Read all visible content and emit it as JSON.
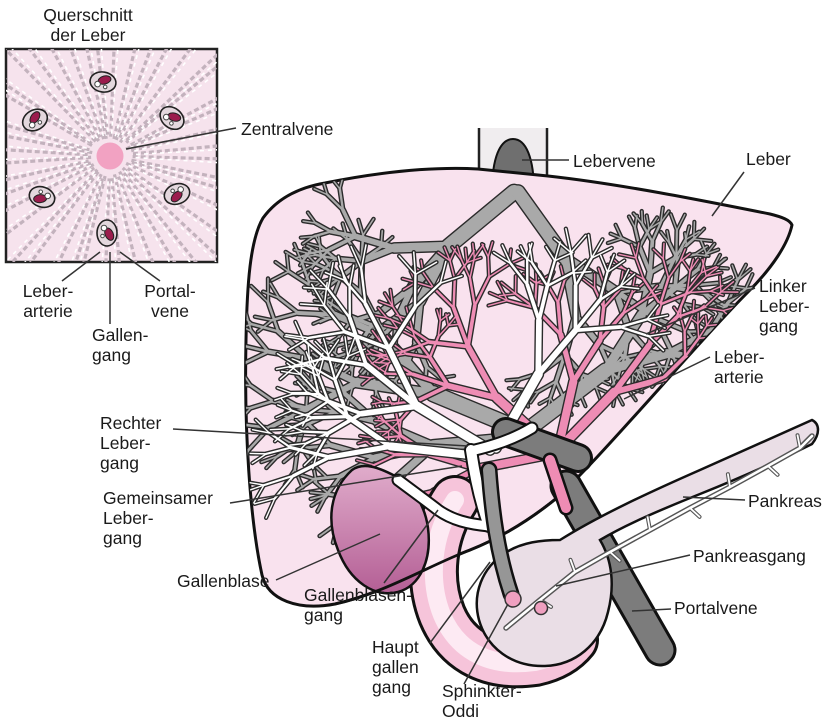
{
  "inset": {
    "title": "Querschnitt\nder Leber",
    "labels": {
      "zentralvene": "Zentralvene",
      "leberarterie": "Leber-\narterie",
      "gallengang": "Gallen-\ngang",
      "portalvene": "Portal-\nvene"
    }
  },
  "main": {
    "labels": {
      "lebervene": "Lebervene",
      "leber": "Leber",
      "linker_lebergang": "Linker\nLeber-\ngang",
      "leberarterie": "Leber-\narterie",
      "rechter_lebergang": "Rechter\nLeber-\ngang",
      "gemeinsamer_lebergang": "Gemeinsamer\nLeber-\ngang",
      "gallenblase": "Gallenblase",
      "gallenblasengang": "Gallenblasen-\ngang",
      "hauptgallengang": "Haupt\ngallen\ngang",
      "sphinkter_oddi": "Sphinkter-\nOddi",
      "pankreas": "Pankreas",
      "pankreasgang": "Pankreasgang",
      "portalvene": "Portalvene"
    }
  },
  "colors": {
    "outline": "#1a1a1a",
    "liver_fill": "#f9e2ee",
    "portal_grey": "#a9a9a9",
    "artery_pink": "#ee8cb4",
    "duct_white": "#ffffff",
    "hepatic_vein_dark": "#6f6f6f",
    "portal_vein_dark": "#7c7c7c",
    "bile_duct_grey": "#969696",
    "gallbladder_light": "#e0accb",
    "gallbladder_dark": "#b45f95",
    "duodenum_pink": "#f6c4da",
    "duodenum_inner": "#fdeaf3",
    "pancreas_fill": "#eadee6",
    "sphincter_pink": "#efa0c0",
    "central_vein_pink": "#f2a2c2",
    "triad_magenta": "#9b1c4d",
    "triad_shell": "#e3d7dd",
    "inset_bg": "#f6e3ed",
    "inset_ray": "#c3b2bd",
    "label_color": "#1a1a1a",
    "leader_color": "#333333"
  }
}
